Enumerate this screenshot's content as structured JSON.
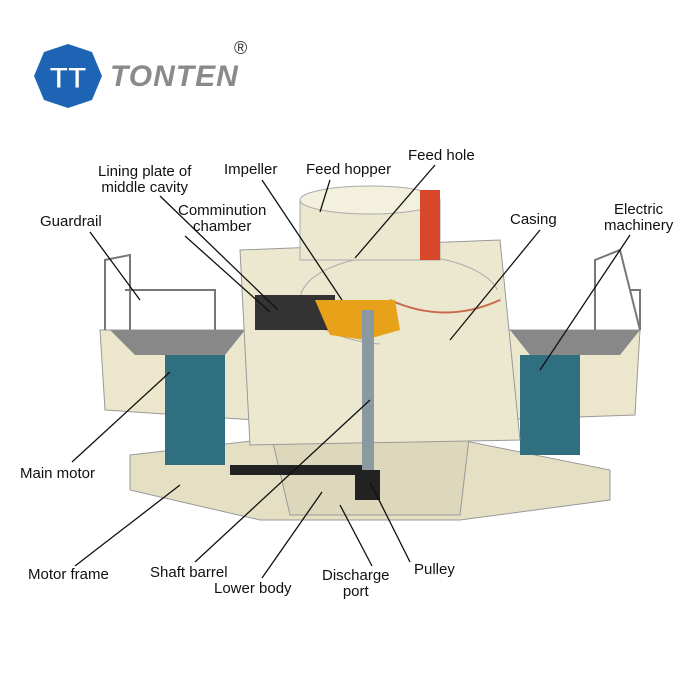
{
  "brand": {
    "name": "TONTEN",
    "registered": "®",
    "logo_letters": "TT"
  },
  "labels": {
    "lining_plate_1": "Lining plate of",
    "lining_plate_2": "middle cavity",
    "impeller": "Impeller",
    "feed_hopper": "Feed hopper",
    "feed_hole": "Feed hole",
    "guardrail": "Guardrail",
    "comminution_1": "Comminution",
    "comminution_2": "chamber",
    "casing": "Casing",
    "electric_1": "Electric",
    "electric_2": "machinery",
    "main_motor": "Main motor",
    "motor_frame": "Motor frame",
    "shaft_barrel": "Shaft barrel",
    "lower_body": "Lower body",
    "discharge_1": "Discharge",
    "discharge_2": "port",
    "pulley": "Pulley"
  },
  "colors": {
    "body": "#ebe6cc",
    "motor": "#2f6f80",
    "accent": "#e8a21a",
    "ring": "#d9472a",
    "logo": "#1d64b4"
  }
}
